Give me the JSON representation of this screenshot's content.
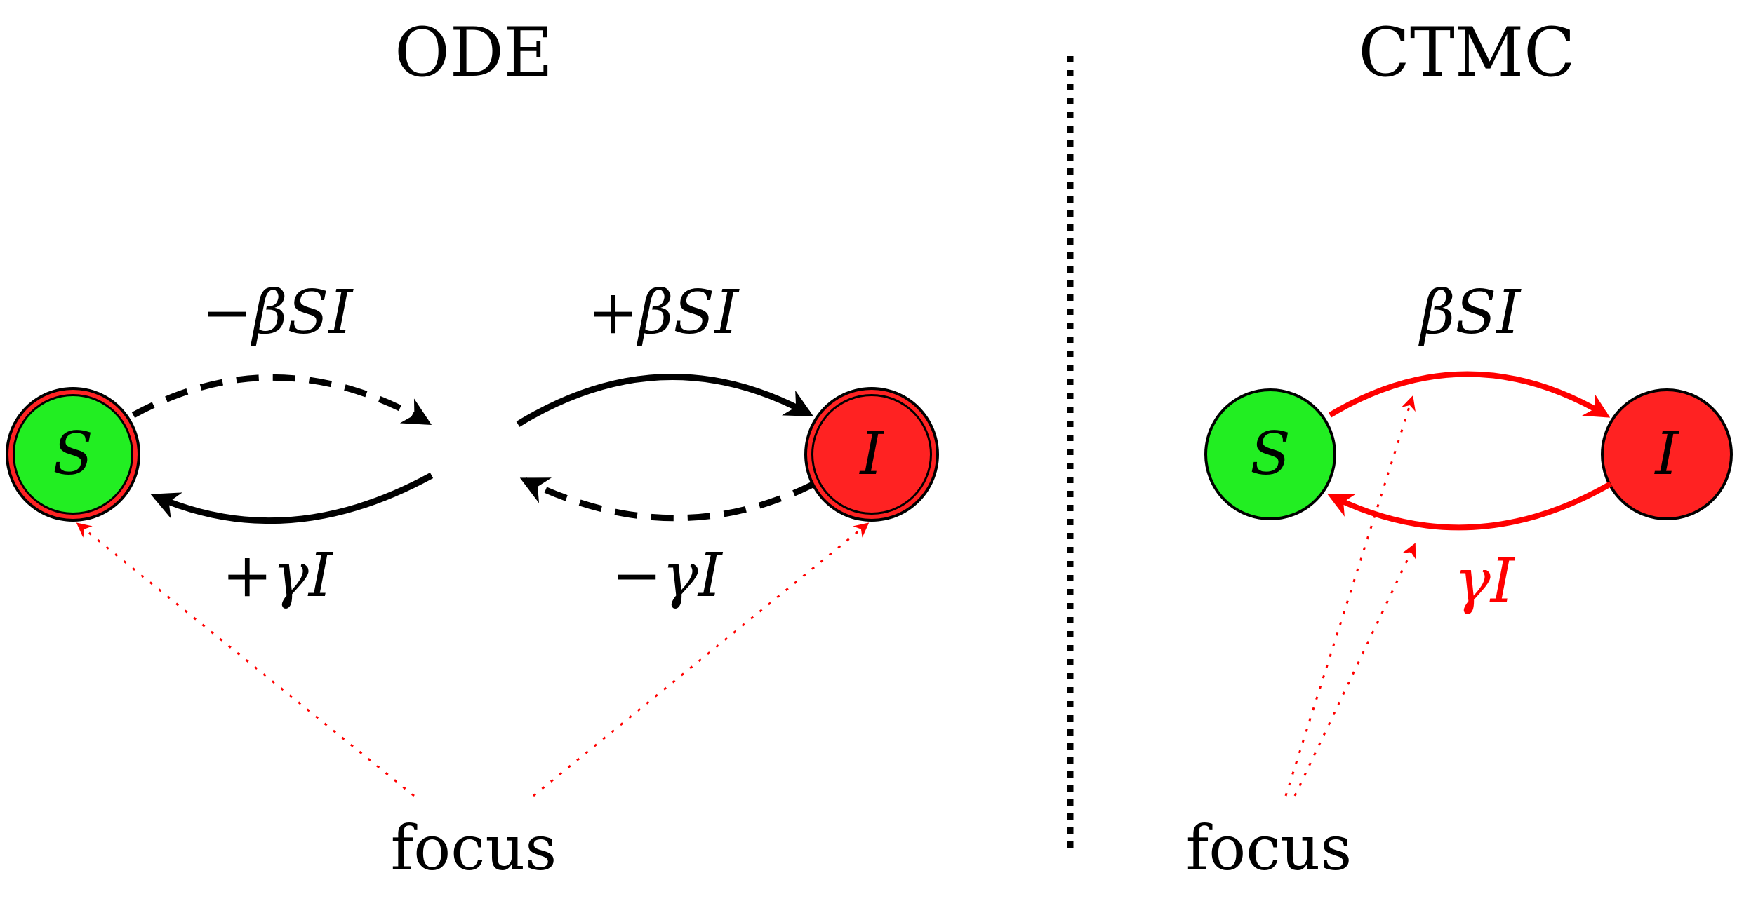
{
  "colors": {
    "susceptible": "#22ee22",
    "infected": "#ff2222",
    "highlight": "#ff0000",
    "ink": "#000000"
  },
  "ode": {
    "title": "ODE",
    "node_s": "S",
    "node_i": "I",
    "label_minus_beta": "−βSI",
    "label_plus_beta": "+βSI",
    "label_plus_gamma": "+γI",
    "label_minus_gamma": "−γI",
    "focus": "focus"
  },
  "ctmc": {
    "title": "CTMC",
    "node_s": "S",
    "node_i": "I",
    "label_beta": "βSI",
    "label_gamma": "γI",
    "focus": "focus"
  }
}
